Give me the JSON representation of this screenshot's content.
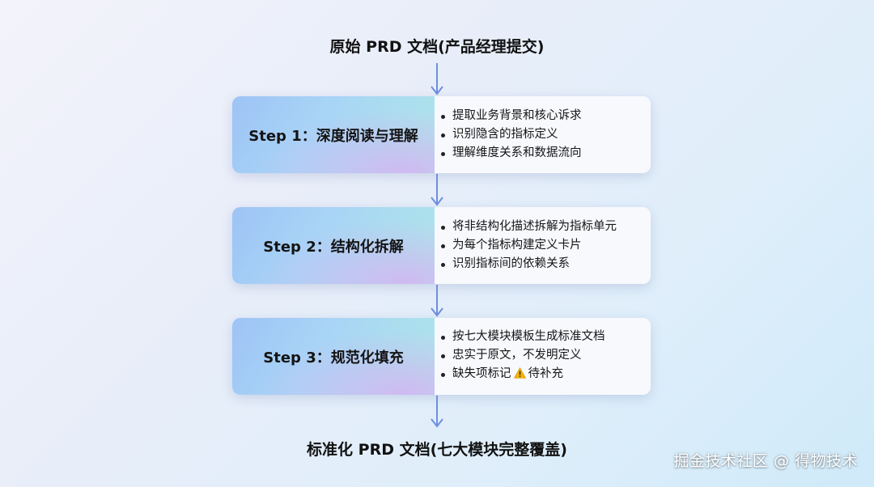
{
  "top_title": "原始 PRD 文档(产品经理提交)",
  "bottom_title": "标准化 PRD 文档(七大模块完整覆盖)",
  "watermark": "掘金技术社区 @ 得物技术",
  "accent_color": "#6e8fe0",
  "steps": [
    {
      "label": "Step 1：深度阅读与理解",
      "bullets": [
        "提取业务背景和核心诉求",
        "识别隐含的指标定义",
        "理解维度关系和数据流向"
      ]
    },
    {
      "label": "Step 2：结构化拆解",
      "bullets": [
        "将非结构化描述拆解为指标单元",
        "为每个指标构建定义卡片",
        "识别指标间的依赖关系"
      ]
    },
    {
      "label": "Step 3：规范化填充",
      "bullets": [
        "按七大模块模板生成标准文档",
        "忠实于原文，不发明定义"
      ],
      "bullet_warn": {
        "before": "缺失项标记",
        "icon": "warning-icon",
        "after": "待补充"
      }
    }
  ]
}
